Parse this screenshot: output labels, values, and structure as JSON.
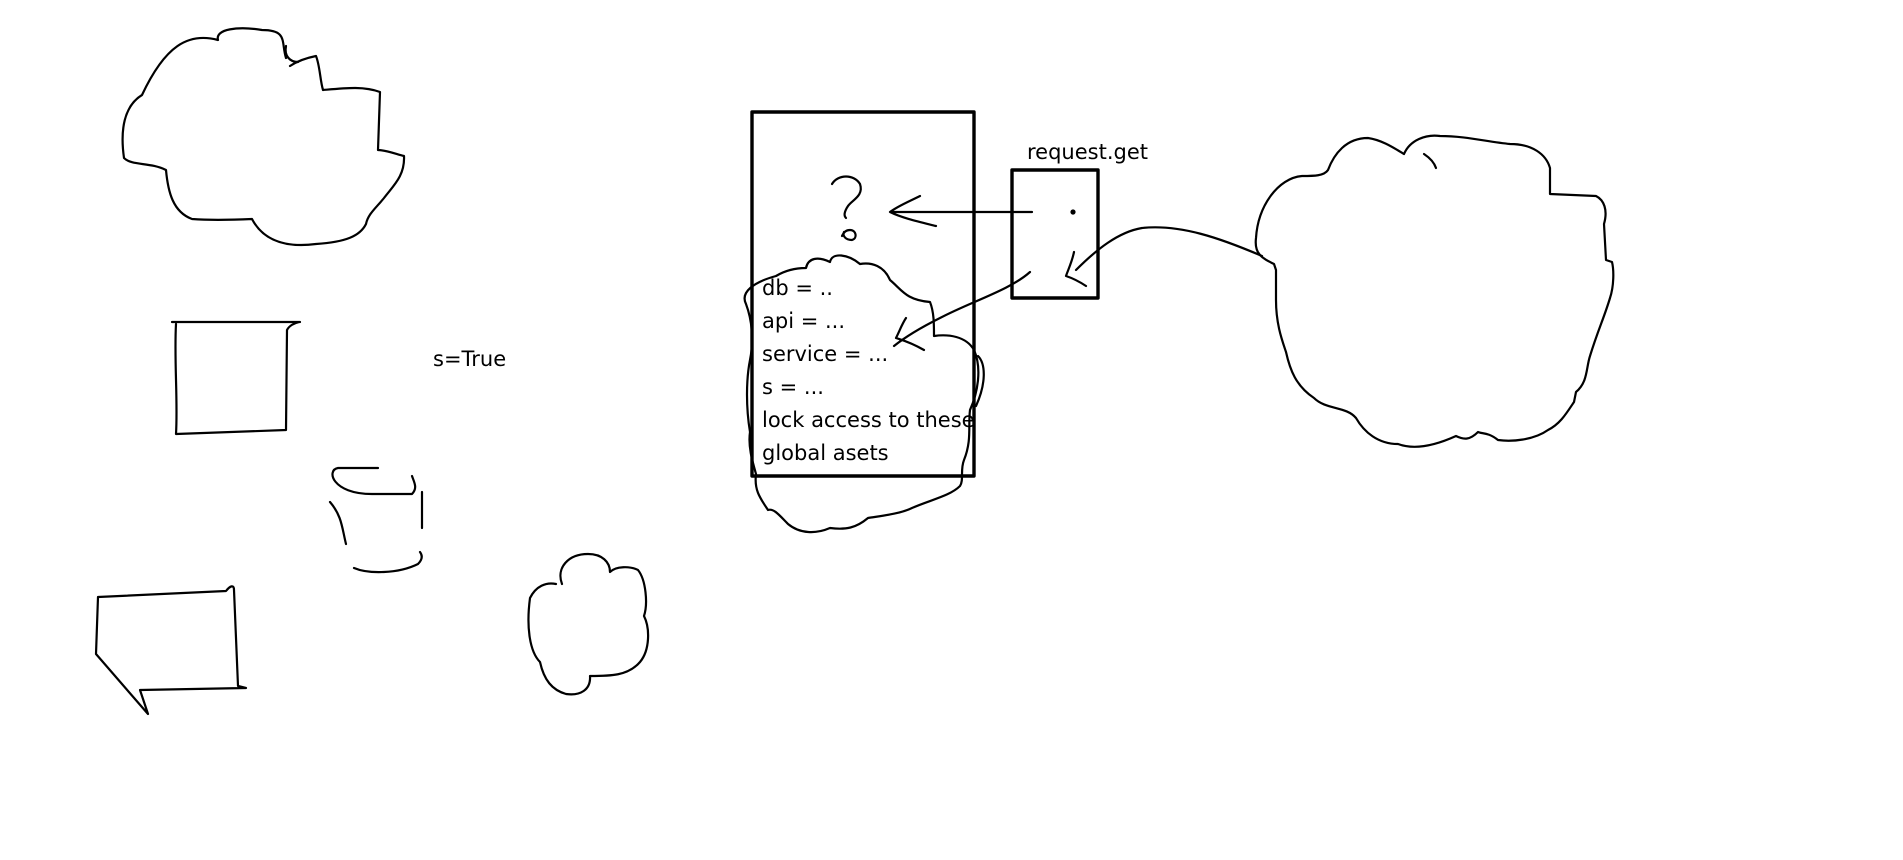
{
  "canvas": {
    "background_color": "#ffffff",
    "ink_color": "#000000"
  },
  "labels": {
    "s_true": "s=True",
    "request_get": "request.get"
  },
  "code_lines": [
    "db = ..",
    "api = ...",
    "service = ...",
    "s = ...",
    "lock access to these",
    "global asets"
  ],
  "marks": {
    "question": "?",
    "dot": "."
  }
}
